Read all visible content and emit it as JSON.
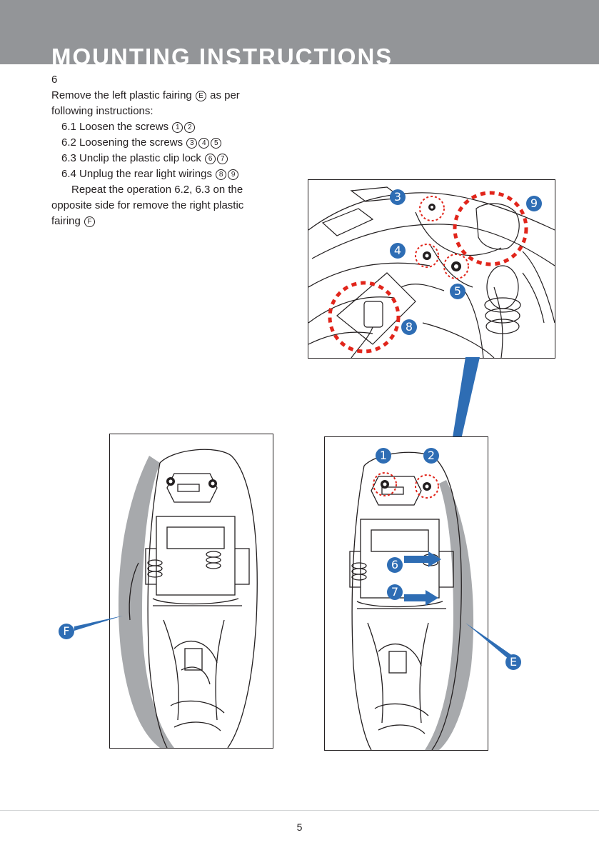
{
  "header": {
    "title": "MOUNTING INSTRUCTIONS"
  },
  "step": {
    "number": "6",
    "intro_text": "Remove the left plastic fairing",
    "intro_marker": "E",
    "intro_suffix": "as per following instructions:",
    "substeps": [
      {
        "text": "6.1 Loosen the screws",
        "markers": [
          "1",
          "2"
        ]
      },
      {
        "text": "6.2 Loosening the screws",
        "markers": [
          "3",
          "4",
          "5"
        ]
      },
      {
        "text": "6.3 Unclip the plastic clip lock",
        "markers": [
          "6",
          "7"
        ]
      },
      {
        "text": "6.4 Unplug the rear light wirings",
        "markers": [
          "8",
          "9"
        ]
      }
    ],
    "repeat_text": "Repeat the operation 6.2, 6.3 on the opposite side for remove the right plastic fairing",
    "repeat_marker": "F"
  },
  "figures": {
    "detail": {
      "callouts": [
        "3",
        "4",
        "5",
        "8",
        "9"
      ]
    },
    "left_view": {
      "callouts": [
        "F"
      ]
    },
    "right_view": {
      "callouts": [
        "1",
        "2",
        "6",
        "7",
        "E"
      ]
    }
  },
  "colors": {
    "header_bg": "#939598",
    "callout_blue": "#2e6db4",
    "dashed_red": "#e1251b",
    "fairing_gray": "#a7a9ac"
  },
  "footer": {
    "page_number": "5"
  }
}
